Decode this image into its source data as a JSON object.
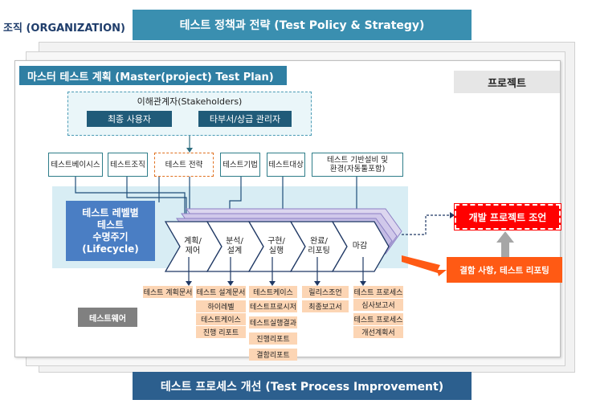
{
  "organization": {
    "label": "조직 (ORGANIZATION)"
  },
  "policy_banner": "테스트 정책과 전략 (Test Policy & Strategy)",
  "master_plan": "마스터 테스트 계획 (Master(project) Test Plan)",
  "project": "프로젝트",
  "stakeholders": {
    "title": "이해관계자(Stakeholders)",
    "end_user": "최종 사용자",
    "other_dept": "타부서/상급 관리자"
  },
  "plan_items": [
    "테스트베이시스",
    "테스트조직",
    "테스트 전략",
    "테스트기법",
    "테스트대상",
    "테스트 기반설비 및\n환경(자동툴포함)"
  ],
  "lifecycle": {
    "line1": "테스트 레벨별",
    "line2": "테스트",
    "line3": "수명주기",
    "line4": "(Lifecycle)"
  },
  "phases": [
    "계획/\n제어",
    "분석/\n설계",
    "구현/\n실행",
    "완료/\n리포팅",
    "마감"
  ],
  "artifacts": {
    "col1": [
      "테스트 계획문서"
    ],
    "col2": [
      "테스트 설계문서",
      "하이레벨",
      "테스트케이스",
      "진행 리포트"
    ],
    "col3": [
      "테스트케이스",
      "테스트프로시저",
      "테스트실행결과",
      "진행리포트",
      "결함리포트"
    ],
    "col4": [
      "릴리스조언",
      "최종보고서"
    ],
    "col5": [
      "테스트 프로세스",
      "심사보고서",
      "테스트 프로세스",
      "개선계획서"
    ]
  },
  "testware": "테스트웨어",
  "project_condition": "개발 프로젝트 조언",
  "defect_report": "결함 사항, 테스트 리포팅",
  "improvement_banner": "테스트 프로세스 개선 (Test Process Improvement)",
  "colors": {
    "policy": "#3a8fb0",
    "master": "#2f7fa3",
    "improvement": "#2c5f8e",
    "lifecycle": "#4a7ec4",
    "artifact": "#fcd5b4",
    "condition": "#ff0000",
    "defect": "#ff5a14"
  }
}
